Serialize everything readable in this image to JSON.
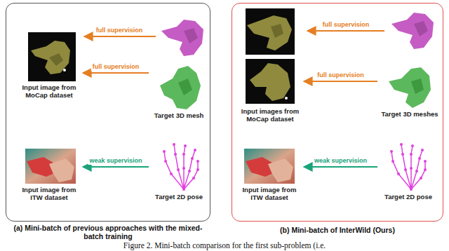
{
  "diagram": {
    "caption": "Figure 2. Mini-batch comparison for the first sub-problem (i.e.",
    "nodes": [
      {
        "text": [
          "(a) Mini-batch of previous approaches with the mixed-batch training"
        ]
      },
      {
        "text": [
          "Input image from MoCap dataset"
        ],
        "in": 0
      },
      {
        "text": [
          "Target 3D mesh"
        ],
        "in": 0
      },
      {
        "text": [
          "Input image from ITW dataset"
        ],
        "in": 0
      },
      {
        "text": [
          "Target 2D pose"
        ],
        "in": 0
      },
      {
        "text": [
          "(b) Mini-batch of InterWild (Ours)"
        ]
      },
      {
        "text": [
          "Input images from MoCap dataset"
        ],
        "in": 5
      },
      {
        "text": [
          "Target 3D meshes"
        ],
        "in": 5
      },
      {
        "text": [
          "Input image from ITW dataset"
        ],
        "in": 5
      },
      {
        "text": [
          "Target 2D pose"
        ],
        "in": 5
      }
    ],
    "edges": [
      {
        "from": 2,
        "to": 1,
        "arrow": "to",
        "label": "full supervision"
      },
      {
        "from": 4,
        "to": 3,
        "arrow": "to",
        "label": "weak supervision"
      },
      {
        "from": 7,
        "to": 6,
        "arrow": "to",
        "label": "full supervision"
      },
      {
        "from": 9,
        "to": 8,
        "arrow": "to",
        "label": "weak supervision"
      }
    ],
    "labels": [
      "full supervision",
      "full supervision"
    ]
  }
}
